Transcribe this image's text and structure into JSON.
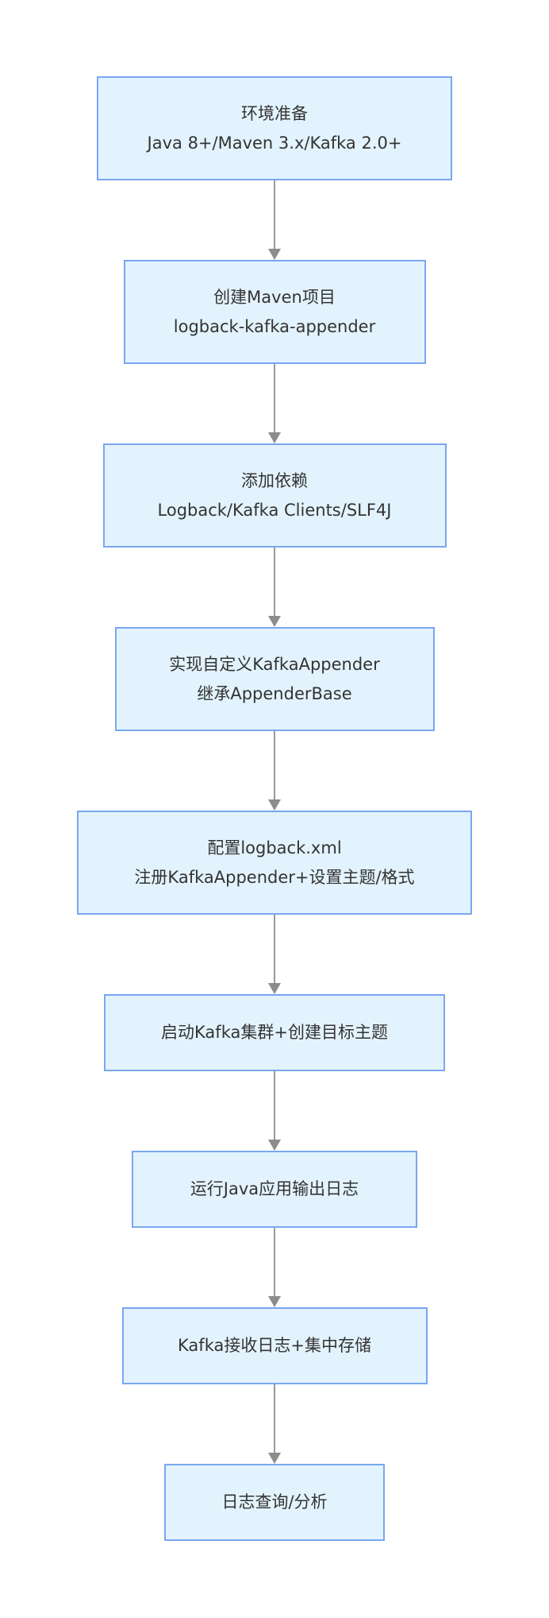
{
  "diagram": {
    "type": "flowchart",
    "direction": "top-down",
    "nodes": [
      {
        "id": "env-prep",
        "lines": [
          "环境准备",
          "Java 8+/Maven 3.x/Kafka 2.0+"
        ]
      },
      {
        "id": "create-maven-project",
        "lines": [
          "创建Maven项目",
          "logback-kafka-appender"
        ]
      },
      {
        "id": "add-dependencies",
        "lines": [
          "添加依赖",
          "Logback/Kafka Clients/SLF4J"
        ]
      },
      {
        "id": "implement-appender",
        "lines": [
          "实现自定义KafkaAppender",
          "继承AppenderBase"
        ]
      },
      {
        "id": "configure-logback",
        "lines": [
          "配置logback.xml",
          "注册KafkaAppender+设置主题/格式"
        ]
      },
      {
        "id": "start-kafka-cluster",
        "lines": [
          "启动Kafka集群+创建目标主题"
        ]
      },
      {
        "id": "run-java-app",
        "lines": [
          "运行Java应用输出日志"
        ]
      },
      {
        "id": "kafka-receive-store",
        "lines": [
          "Kafka接收日志+集中存储"
        ]
      },
      {
        "id": "log-query-analysis",
        "lines": [
          "日志查询/分析"
        ]
      }
    ],
    "edges": [
      {
        "from": "env-prep",
        "to": "create-maven-project"
      },
      {
        "from": "create-maven-project",
        "to": "add-dependencies"
      },
      {
        "from": "add-dependencies",
        "to": "implement-appender"
      },
      {
        "from": "implement-appender",
        "to": "configure-logback"
      },
      {
        "from": "configure-logback",
        "to": "start-kafka-cluster"
      },
      {
        "from": "start-kafka-cluster",
        "to": "run-java-app"
      },
      {
        "from": "run-java-app",
        "to": "kafka-receive-store"
      },
      {
        "from": "kafka-receive-store",
        "to": "log-query-analysis"
      }
    ]
  },
  "colors": {
    "background": "#ffffff",
    "node_fill": "#e3f3fd",
    "node_border": "#7aa6f2",
    "arrow": "#999999",
    "text": "#333333"
  }
}
